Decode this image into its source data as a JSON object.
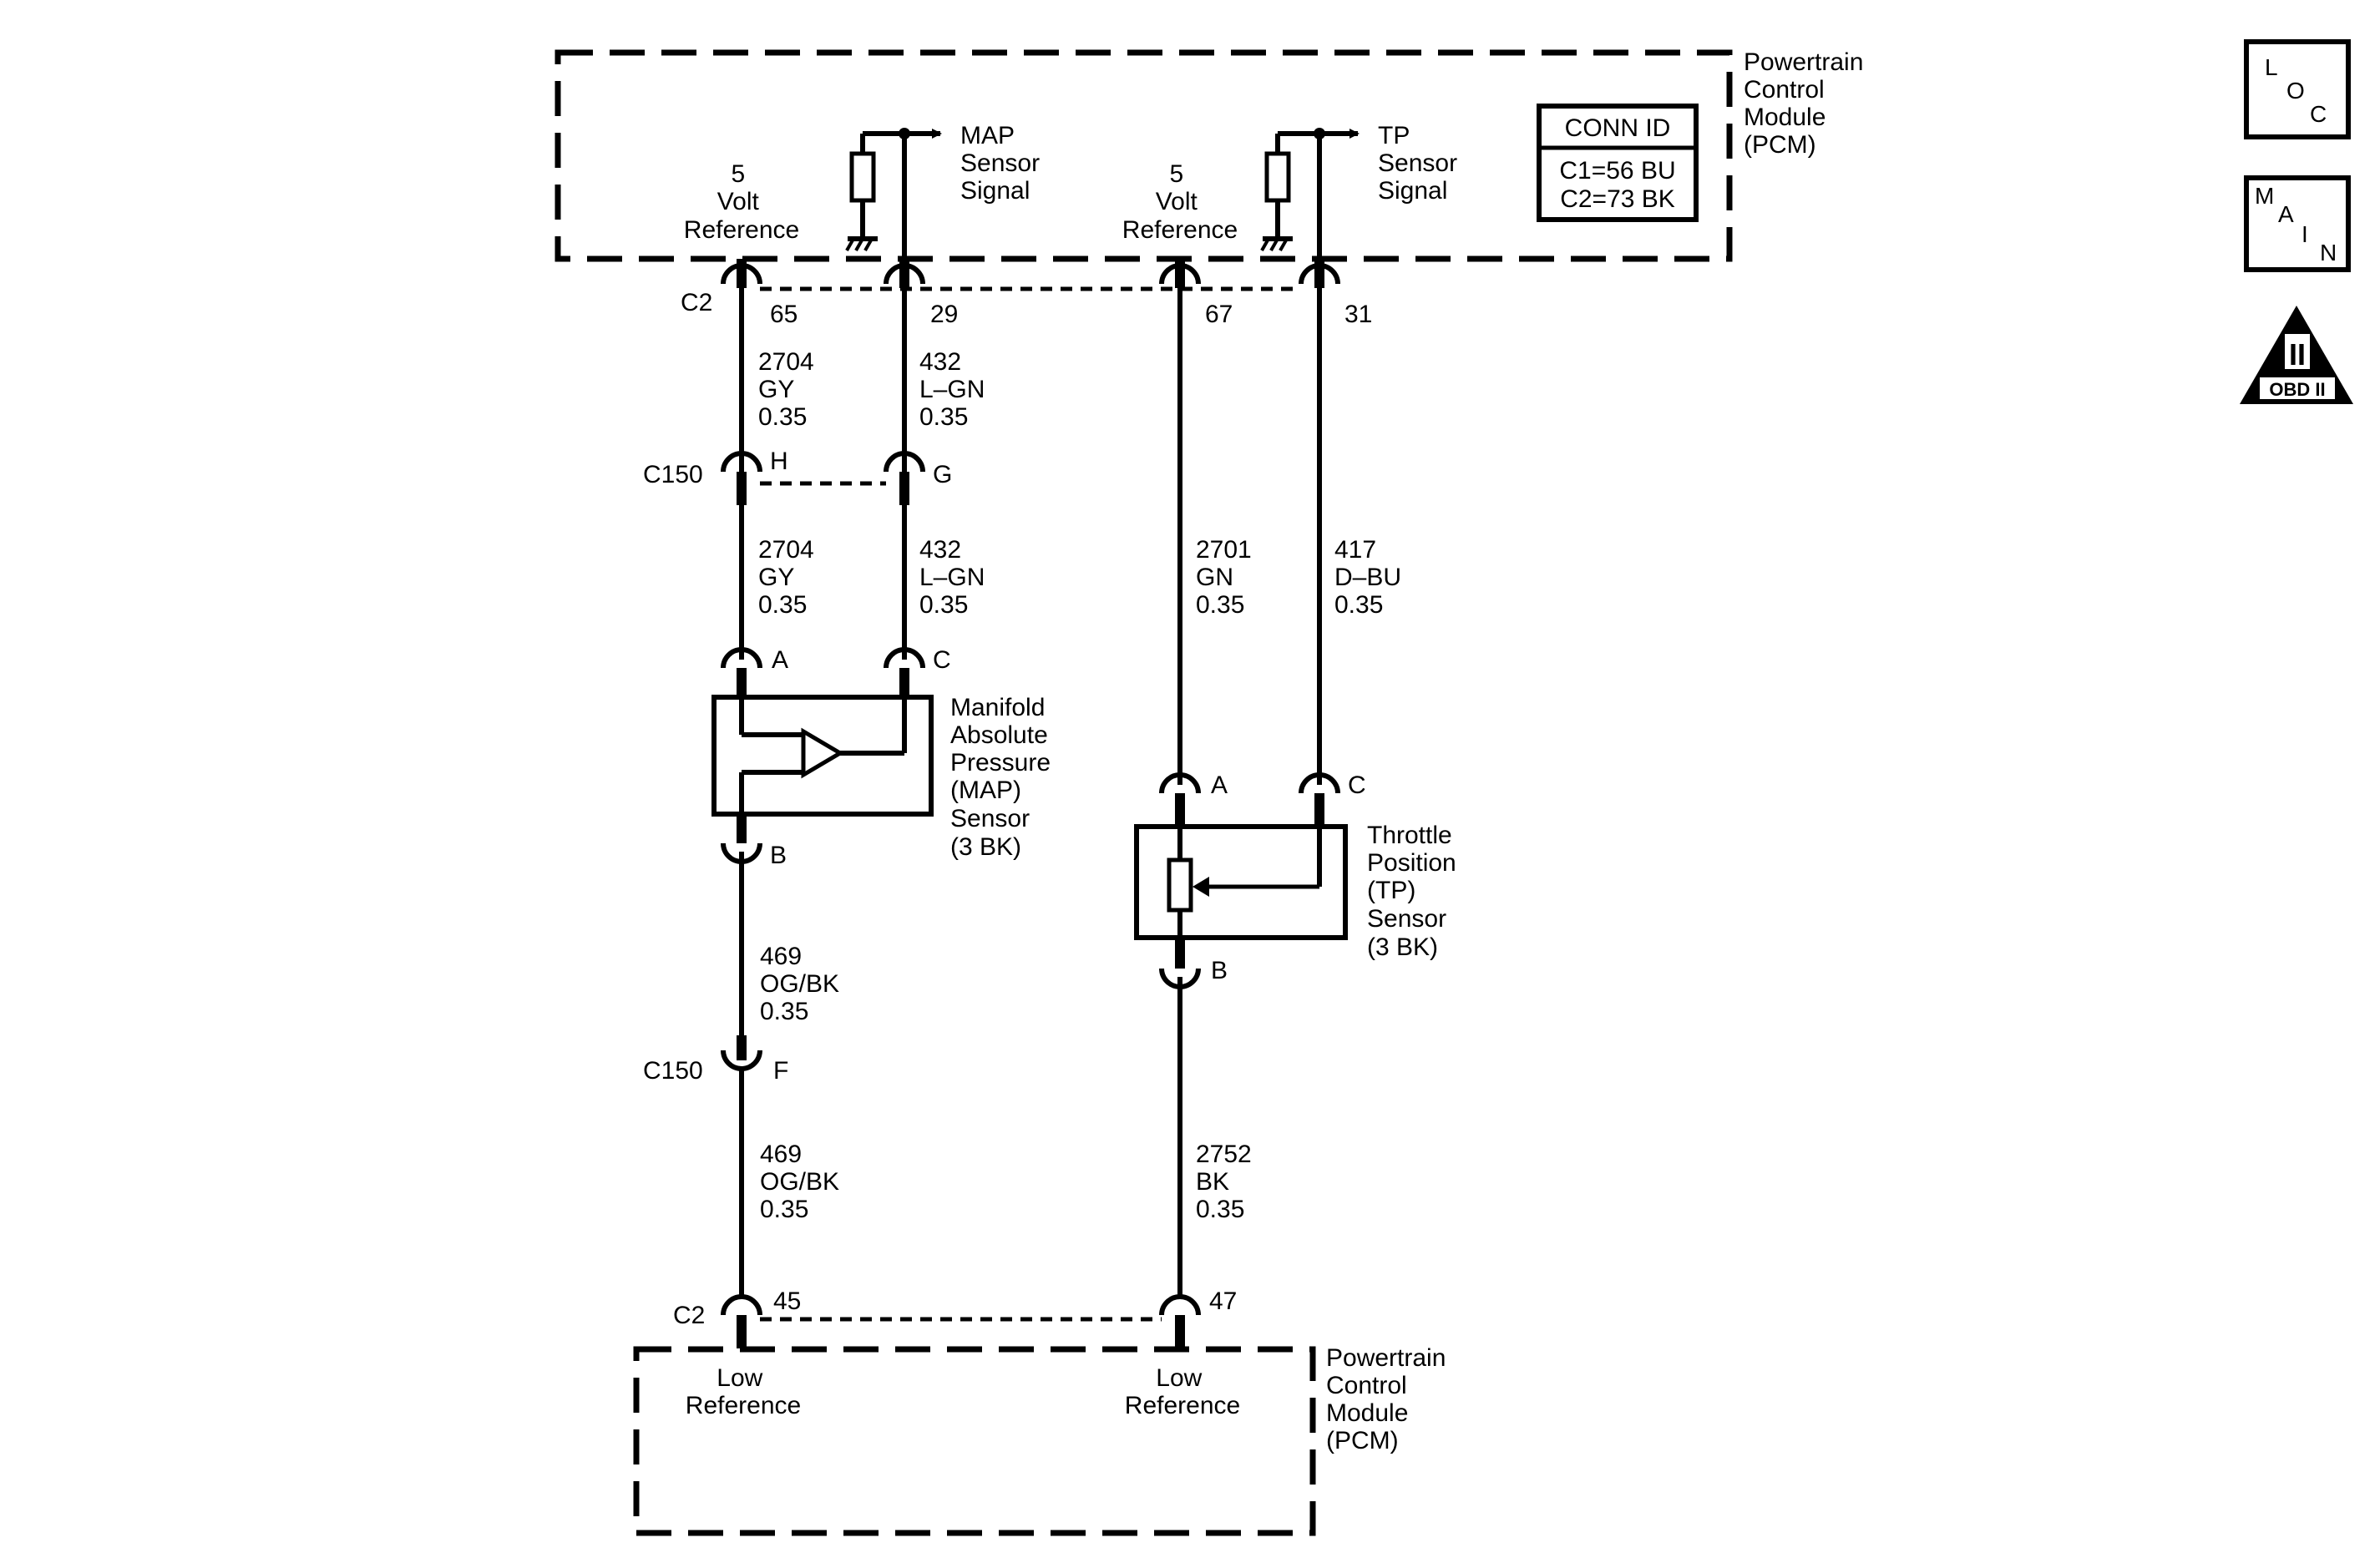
{
  "pcm_top": {
    "name": [
      "Powertrain",
      "Control",
      "Module",
      "(PCM)"
    ],
    "conn_id": {
      "header": "CONN ID",
      "c1": "C1=56 BU",
      "c2": "C2=73 BK"
    },
    "ref_a": [
      "5",
      "Volt",
      "Reference"
    ],
    "ref_b": [
      "5",
      "Volt",
      "Reference"
    ],
    "map_signal": [
      "MAP",
      "Sensor",
      "Signal"
    ],
    "tp_signal": [
      "TP",
      "Sensor",
      "Signal"
    ]
  },
  "connectors": {
    "c2_top": "C2",
    "c150_top": "C150",
    "c150_bottom": "C150",
    "c2_bottom": "C2"
  },
  "pins": {
    "p65": "65",
    "p29": "29",
    "p67": "67",
    "p31": "31",
    "pH": "H",
    "pG": "G",
    "mapA": "A",
    "mapC": "C",
    "mapB": "B",
    "tpA": "A",
    "tpC": "C",
    "tpB": "B",
    "pF": "F",
    "p45": "45",
    "p47": "47"
  },
  "wires": {
    "w2704_upper": [
      "2704",
      "GY",
      "0.35"
    ],
    "w432_upper": [
      "432",
      "L–GN",
      "0.35"
    ],
    "w2704_lower": [
      "2704",
      "GY",
      "0.35"
    ],
    "w432_lower": [
      "432",
      "L–GN",
      "0.35"
    ],
    "w2701": [
      "2701",
      "GN",
      "0.35"
    ],
    "w417": [
      "417",
      "D–BU",
      "0.35"
    ],
    "w469_upper": [
      "469",
      "OG/BK",
      "0.35"
    ],
    "w469_lower": [
      "469",
      "OG/BK",
      "0.35"
    ],
    "w2752": [
      "2752",
      "BK",
      "0.35"
    ]
  },
  "map_sensor": {
    "name": [
      "Manifold",
      "Absolute",
      "Pressure",
      "(MAP)",
      "Sensor",
      "(3 BK)"
    ]
  },
  "tp_sensor": {
    "name": [
      "Throttle",
      "Position",
      "(TP)",
      "Sensor",
      "(3 BK)"
    ]
  },
  "pcm_bottom": {
    "name": [
      "Powertrain",
      "Control",
      "Module",
      "(PCM)"
    ],
    "low_ref_a": [
      "Low",
      "Reference"
    ],
    "low_ref_b": [
      "Low",
      "Reference"
    ]
  },
  "icons": {
    "loc": {
      "l1": "L",
      "l2": "O",
      "l3": "C"
    },
    "main": {
      "l1": "M",
      "l2": "A",
      "l3": "I",
      "l4": "N"
    },
    "obd": {
      "numeral": "II",
      "label": "OBD II"
    }
  }
}
